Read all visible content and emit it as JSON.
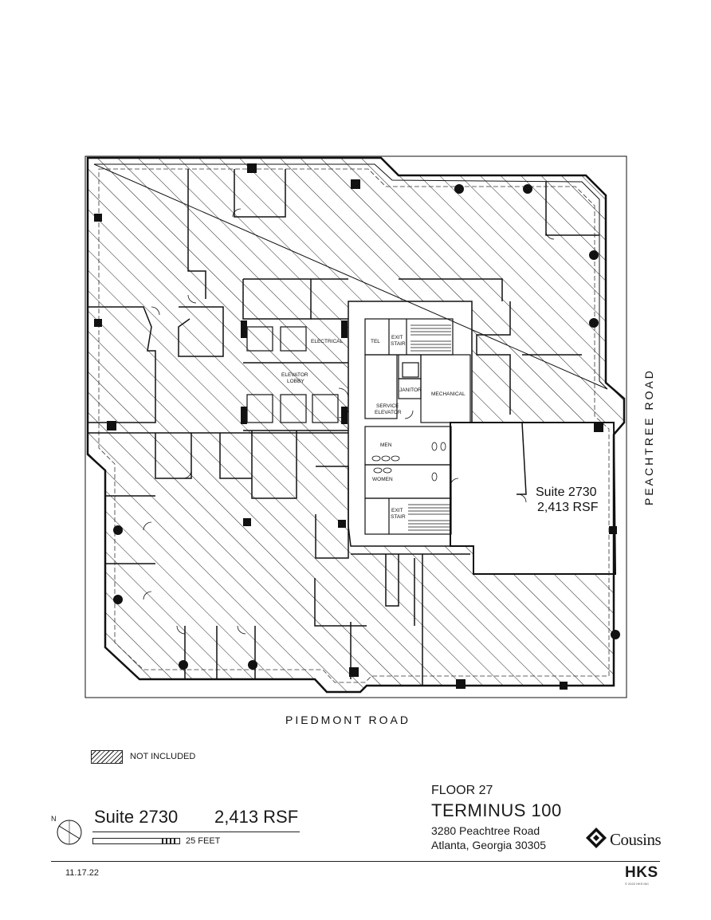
{
  "plan": {
    "rooms": {
      "tel": "TEL",
      "exit_stair_1": [
        "EXIT",
        "STAIR"
      ],
      "electrical": "ELECTRICAL",
      "elevator_lobby": [
        "ELEVATOR",
        "LOBBY"
      ],
      "janitor": "JANITOR",
      "mechanical": "MECHANICAL",
      "service_elevator": [
        "SERVICE",
        "ELEVATOR"
      ],
      "men": "MEN",
      "women": "WOMEN",
      "exit_stair_2": [
        "EXIT",
        "STAIR"
      ]
    },
    "suite_label": "Suite 2730",
    "suite_rsf": "2,413 RSF",
    "street_east": "PEACHTREE ROAD",
    "street_south": "PIEDMONT ROAD",
    "colors": {
      "line": "#111111",
      "hatch": "#222222",
      "column": "#111111"
    }
  },
  "legend": {
    "label": "NOT INCLUDED"
  },
  "summary": {
    "suite": "Suite 2730",
    "rsf": "2,413 RSF",
    "scale_label": "25 FEET",
    "north_label": "N"
  },
  "title_block": {
    "floor": "FLOOR 27",
    "building": "TERMINUS 100",
    "address_line1": "3280 Peachtree Road",
    "address_line2": "Atlanta, Georgia 30305",
    "brand": "Cousins",
    "icon": "cousins-logo-icon"
  },
  "footer": {
    "date": "11.17.22",
    "firm": "HKS",
    "copyright": "© 2020 HKS INC"
  }
}
